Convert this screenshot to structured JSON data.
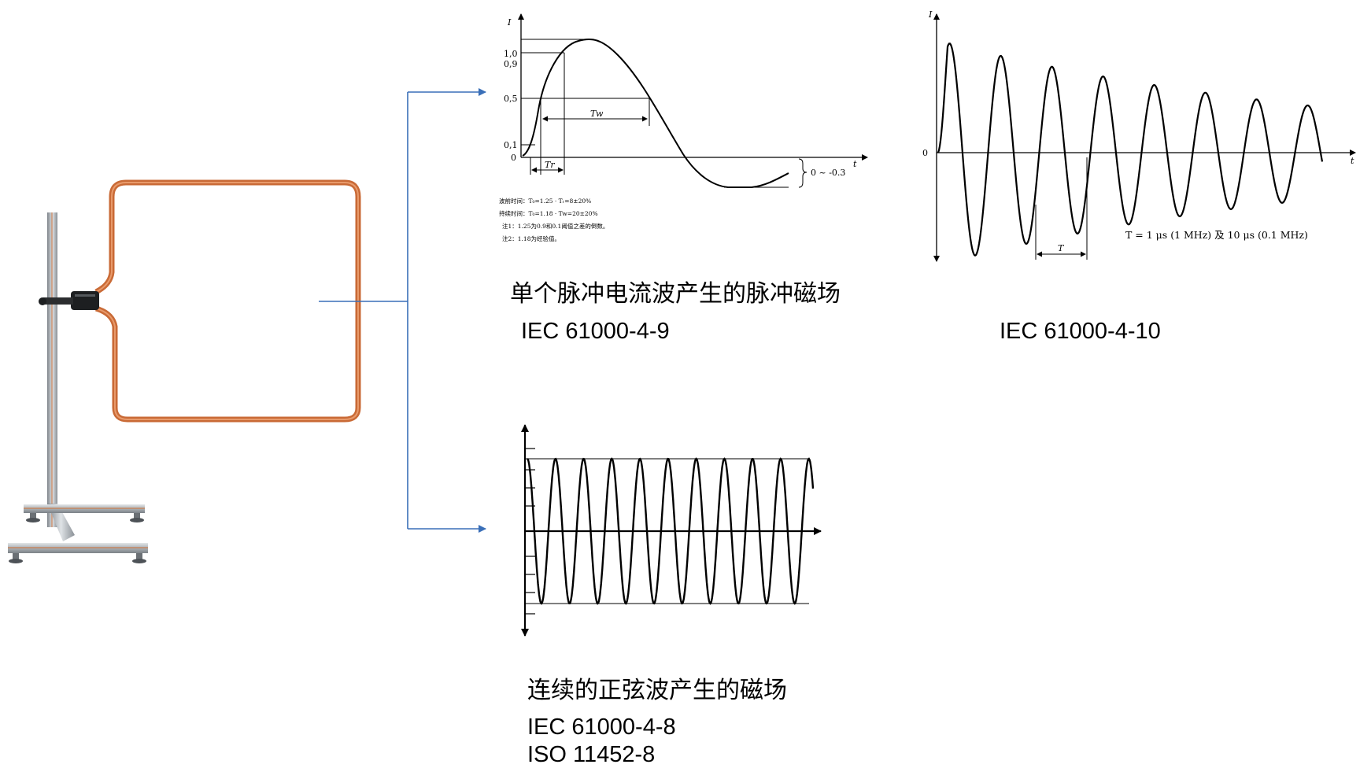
{
  "pulse_chart": {
    "y_axis_label": "I",
    "x_axis_label": "t",
    "tick_labels": [
      "1,0",
      "0,9",
      "0,5",
      "0,1",
      "0"
    ],
    "tw_label": "Tw",
    "tr_label": "Tr",
    "range_label": "0 ~ -0.3",
    "notes": [
      "波前时间：T₀=1.25 · Tᵣ=8±20%",
      "持续时间：T₀=1.18 · Tw=20±20%",
      "注1：1.25为0.9和0.1阈值之差的倒数。",
      "注2：1.18为经验值。"
    ]
  },
  "damped_chart": {
    "y_axis_label": "I",
    "x_axis_label": "t",
    "zero_label": "0",
    "period_label": "T",
    "caption": "T = 1 μs (1 MHz) 及 10 μs (0.1 MHz)"
  },
  "sine_chart": {
    "cycles": 10
  },
  "captions": {
    "pulse_title": "单个脉冲电流波产生的脉冲磁场",
    "pulse_standard": "IEC 61000-4-9",
    "damped_standard": "IEC 61000-4-10",
    "sine_title": "连续的正弦波产生的磁场",
    "sine_standard_1": "IEC 61000-4-8",
    "sine_standard_2": "ISO 11452-8"
  },
  "colors": {
    "loop": "#d2743e",
    "connector": "#3a6fb8",
    "stand": "#aeb3b8"
  }
}
